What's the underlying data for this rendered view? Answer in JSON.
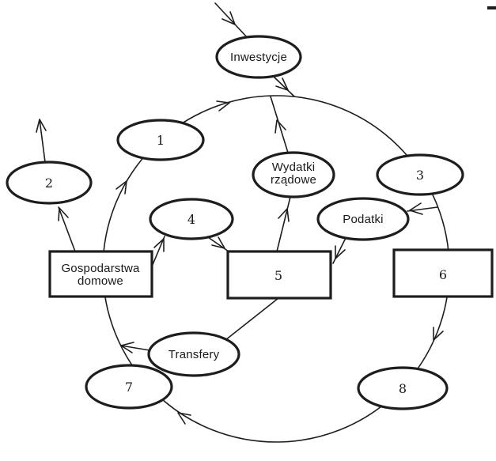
{
  "page": {
    "background": "#ffffff",
    "ink": "#1d1d1d",
    "corner_mark": "dash-mark"
  },
  "nodes": {
    "inwestycje": {
      "shape": "ellipse",
      "label": "Inwestycje"
    },
    "n1": {
      "shape": "ellipse",
      "label": "1"
    },
    "n2": {
      "shape": "ellipse",
      "label": "2"
    },
    "n3": {
      "shape": "ellipse",
      "label": "3"
    },
    "n4": {
      "shape": "ellipse",
      "label": "4"
    },
    "wydatki_rzadowe": {
      "shape": "ellipse",
      "line1": "Wydatki",
      "line2": "rządowe"
    },
    "podatki": {
      "shape": "ellipse",
      "label": "Podatki"
    },
    "gospodarstwa_domowe": {
      "shape": "rectangle",
      "line1": "Gospodarstwa",
      "line2": "domowe"
    },
    "n5": {
      "shape": "rectangle",
      "label": "5"
    },
    "n6": {
      "shape": "rectangle",
      "label": "6"
    },
    "transfery": {
      "shape": "ellipse",
      "label": "Transfery"
    },
    "n7": {
      "shape": "ellipse",
      "label": "7"
    },
    "n8": {
      "shape": "ellipse",
      "label": "8"
    }
  },
  "edges": [
    {
      "from": "external-top",
      "to": "inwestycje",
      "arrowhead": true
    },
    {
      "from": "inwestycje",
      "to": "circular-flow",
      "arrowhead": true
    },
    {
      "from": "circular-flow",
      "to": "circular-flow",
      "direction": "clockwise",
      "arrowheads_at": [
        "left-side",
        "top",
        "right-side",
        "bottom-left"
      ]
    },
    {
      "from": "n5",
      "to": "wydatki_rzadowe",
      "arrowhead": true
    },
    {
      "from": "wydatki_rzadowe",
      "to": "circular-flow",
      "arrowhead": true
    },
    {
      "from": "circular-flow",
      "to": "podatki",
      "arrowhead": true
    },
    {
      "from": "podatki",
      "to": "n5",
      "arrowhead": true
    },
    {
      "from": "n5",
      "to": "transfery",
      "arrowhead": false
    },
    {
      "from": "transfery",
      "to": "circular-flow",
      "arrowhead": true
    },
    {
      "from": "gospodarstwa_domowe",
      "to": "n4",
      "arrowhead": true
    },
    {
      "from": "n4",
      "to": "n5",
      "arrowhead": true
    },
    {
      "from": "gospodarstwa_domowe",
      "to": "n2",
      "arrowhead": true
    },
    {
      "from": "n2",
      "to": "external-up",
      "arrowhead": true
    }
  ]
}
